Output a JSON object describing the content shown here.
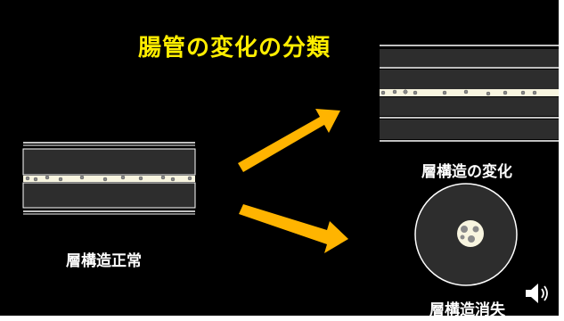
{
  "slide": {
    "title": "腸管の変化の分類",
    "labels": {
      "normal": "層構造正常",
      "change": "層構造の変化",
      "loss": "層構造消失"
    }
  },
  "icons": {
    "left_intestine": "normal-layered-intestine-diagram",
    "right_intestine": "altered-layered-intestine-diagram",
    "cross_section": "intestine-cross-section-icon",
    "arrows": "transition-arrow-icon",
    "audio": "speaker-icon"
  },
  "colors": {
    "background": "#000000",
    "title": "#ffee00",
    "arrow": "#ffb400",
    "lumen": "#f8f5e0",
    "wall": "#2d2d2d",
    "line": "#ffffff"
  }
}
